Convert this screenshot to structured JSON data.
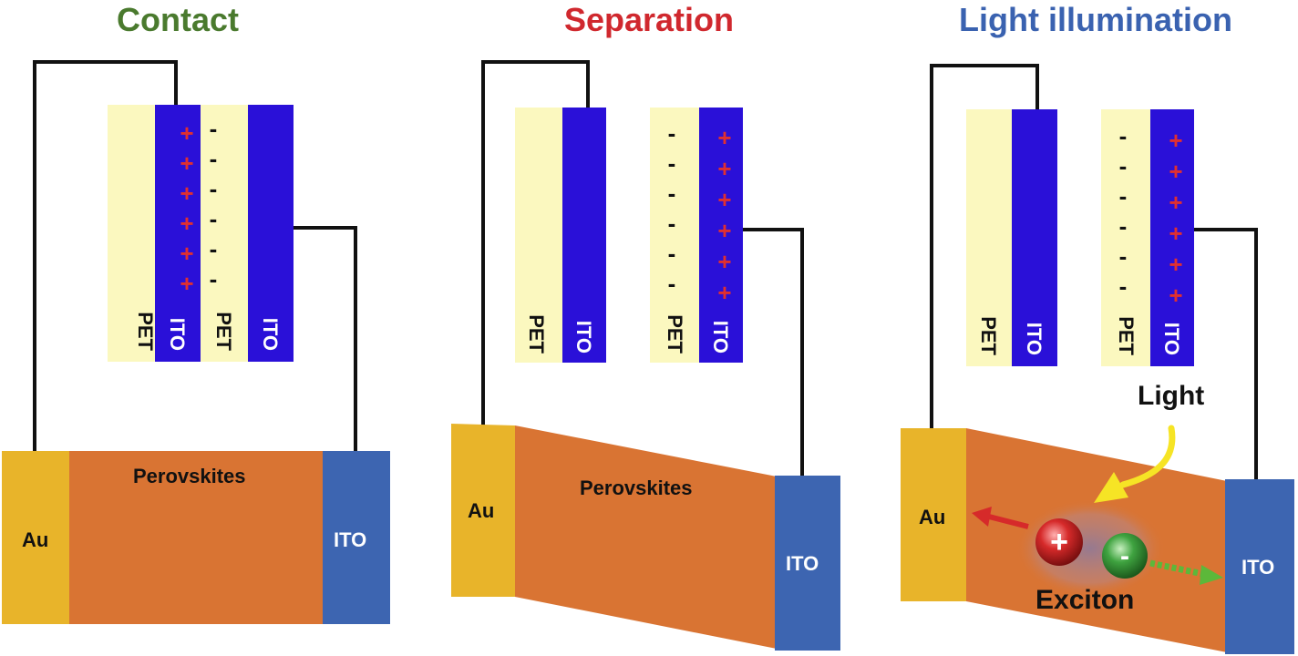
{
  "panels": {
    "contact": {
      "title": "Contact",
      "layers": [
        "PET",
        "ITO",
        "PET",
        "ITO"
      ],
      "charges": {
        "plus": [
          "+",
          "+",
          "+",
          "+",
          "+",
          "+"
        ],
        "minus": [
          "-",
          "-",
          "-",
          "-",
          "-",
          "-"
        ]
      },
      "device": {
        "left": "Au",
        "middle": "Perovskites",
        "right": "ITO"
      }
    },
    "separation": {
      "title": "Separation",
      "layers": [
        "PET",
        "ITO",
        "PET",
        "ITO"
      ],
      "charges": {
        "plus": [
          "+",
          "+",
          "+",
          "+",
          "+",
          "+"
        ],
        "minus": [
          "-",
          "-",
          "-",
          "-",
          "-",
          "-"
        ]
      },
      "device": {
        "left": "Au",
        "middle": "Perovskites",
        "right": "ITO"
      }
    },
    "light": {
      "title": "Light illumination",
      "layers": [
        "PET",
        "ITO",
        "PET",
        "ITO"
      ],
      "charges": {
        "plus": [
          "+",
          "+",
          "+",
          "+",
          "+",
          "+"
        ],
        "minus": [
          "-",
          "-",
          "-",
          "-",
          "-",
          "-"
        ]
      },
      "device": {
        "left": "Au",
        "right": "ITO"
      },
      "light_label": "Light",
      "exciton_label": "Exciton",
      "hole_symbol": "+",
      "electron_symbol": "-"
    }
  },
  "colors": {
    "contact_title": "#4a7a2e",
    "separation_title": "#d0282e",
    "light_title": "#3a62b0",
    "pet": "#fbf8bf",
    "ito_film": "#2a10d8",
    "gold": "#e8b42a",
    "perovskite": "#d97433",
    "ito_electrode": "#3d65b1",
    "light_arrow": "#f6e425",
    "hole": "#d62a2a",
    "electron": "#3fa340",
    "wire": "#111111"
  },
  "icons": {
    "light_arrow": "curved-arrow-icon",
    "hole_arrow": "red-arrow-left-icon",
    "electron_arrow": "green-arrow-right-icon"
  }
}
